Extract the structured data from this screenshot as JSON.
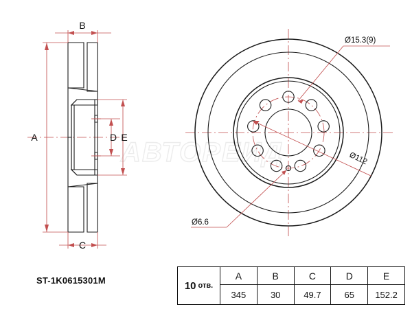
{
  "document": {
    "type": "technical-drawing",
    "subject": "brake-disc",
    "part_number": "ST-1K0615301M",
    "background_color": "#ffffff",
    "object_line_color": "#1a1a1a",
    "dimension_line_color": "#c24f4f"
  },
  "watermark": {
    "text": "АВТОРЕИД"
  },
  "section_view": {
    "name": "cross-section",
    "dimension_labels": {
      "a": "A",
      "b": "B",
      "c": "C",
      "d": "D",
      "e": "E"
    }
  },
  "face_view": {
    "name": "front-face",
    "callouts": [
      {
        "id": "hole-dia",
        "text": "Ø15.3(9)"
      },
      {
        "id": "bolt-circle",
        "text": "Ø112"
      },
      {
        "id": "small-hole",
        "text": "Ø6.6"
      }
    ],
    "bolt_hole_count": 9,
    "small_hole_count": 1
  },
  "spec_table": {
    "row_label_number": "10",
    "row_label_word": "отв.",
    "headers": [
      "A",
      "B",
      "C",
      "D",
      "E"
    ],
    "values": [
      "345",
      "30",
      "49.7",
      "65",
      "152.2"
    ]
  }
}
